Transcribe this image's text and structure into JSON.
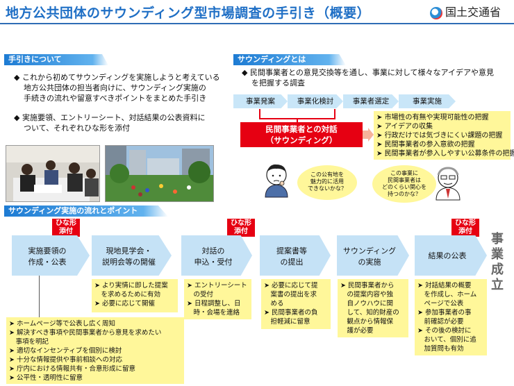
{
  "header": {
    "title": "地方公共団体のサウンディング型市場調査の手引き（概要）",
    "ministry": "国土交通省"
  },
  "guide": {
    "heading": "手引きについて",
    "bullet1_lines": [
      "これから初めてサウンディングを実施しようと考えている",
      "地方公共団体の担当者向けに、サウンディング実施の",
      "手続きの流れや留意すべきポイントをまとめた手引き"
    ],
    "bullet2_lines": [
      "実施要領、エントリーシート、対話結果の公表資料に",
      "ついて、それぞれひな形を添付"
    ]
  },
  "sounding": {
    "heading": "サウンディングとは",
    "desc_lines": [
      "民間事業者との意見交換等を通し、事業に対して様々なアイデアや意見",
      "を把握する調査"
    ],
    "stages": [
      "事業発案",
      "事業化検討",
      "事業者選定",
      "事業実施"
    ],
    "dialog_lines": [
      "民間事業者との対話",
      "（サウンディング）"
    ],
    "benefits": [
      "市場性の有無や実現可能性の把握",
      "アイデアの収集",
      "行政だけでは気づきにくい課題の把握",
      "民間事業者の参入意欲の把握",
      "民間事業者が参入しやすい公募条件の把握"
    ],
    "bubble_left": [
      "この公有地を",
      "魅力的に活用",
      "できないかな？"
    ],
    "bubble_right": [
      "この事業に",
      "民間事業者は",
      "どのくらい関心を",
      "持つのかな？"
    ]
  },
  "flow": {
    "heading": "サウンディング実施の流れとポイント",
    "tag_lines": [
      "ひな形",
      "添付"
    ],
    "steps": [
      {
        "lines": [
          "実施要領の",
          "作成・公表"
        ]
      },
      {
        "lines": [
          "現地見学会・",
          "説明会等の開催"
        ]
      },
      {
        "lines": [
          "対話の",
          "申込・受付"
        ]
      },
      {
        "lines": [
          "提案書等",
          "の提出"
        ]
      },
      {
        "lines": [
          "サウンディング",
          "の実施"
        ]
      },
      {
        "lines": [
          "結果の公表"
        ]
      }
    ],
    "side_label": [
      "事",
      "業",
      "成",
      "立"
    ],
    "notes": {
      "step1": [
        "ホームページ等で公表し広く周知",
        "解決すべき事項や民間事業者から意見を求めたい",
        "　事項を明記",
        "適切なインセンティブを個別に検討",
        "十分な情報提供や事前相談への対応",
        "庁内における情報共有・合意形成に留意",
        "公平性・透明性に留意"
      ],
      "step2": [
        "より実情に即した提案",
        "　を求めるために有効",
        "必要に応じて開催"
      ],
      "step3": [
        "エントリーシート",
        "　の受付",
        "日程調整し、日",
        "　時・会場を連絡"
      ],
      "step4": [
        "必要に応じて提",
        "　案書の提出を求",
        "　める",
        "民間事業者の負",
        "　担軽減に留意"
      ],
      "step5": [
        "民間事業者から",
        "　の提案内容や独",
        "　自ノウハウに関",
        "　して、知的財産の",
        "　観点から情報保",
        "　護が必要"
      ],
      "step6": [
        "対話結果の概要",
        "　を作成し、ホーム",
        "　ページで公表",
        "参加事業者の事",
        "　前確認が必要",
        "その後の検討に",
        "　おいて、個別に追",
        "　加質問も有効"
      ]
    }
  },
  "colors": {
    "title_blue": "#1f6fc5",
    "accent_red": "#e60012",
    "note_yellow": "#fff79a",
    "step_blue": "#c5e2f6"
  }
}
